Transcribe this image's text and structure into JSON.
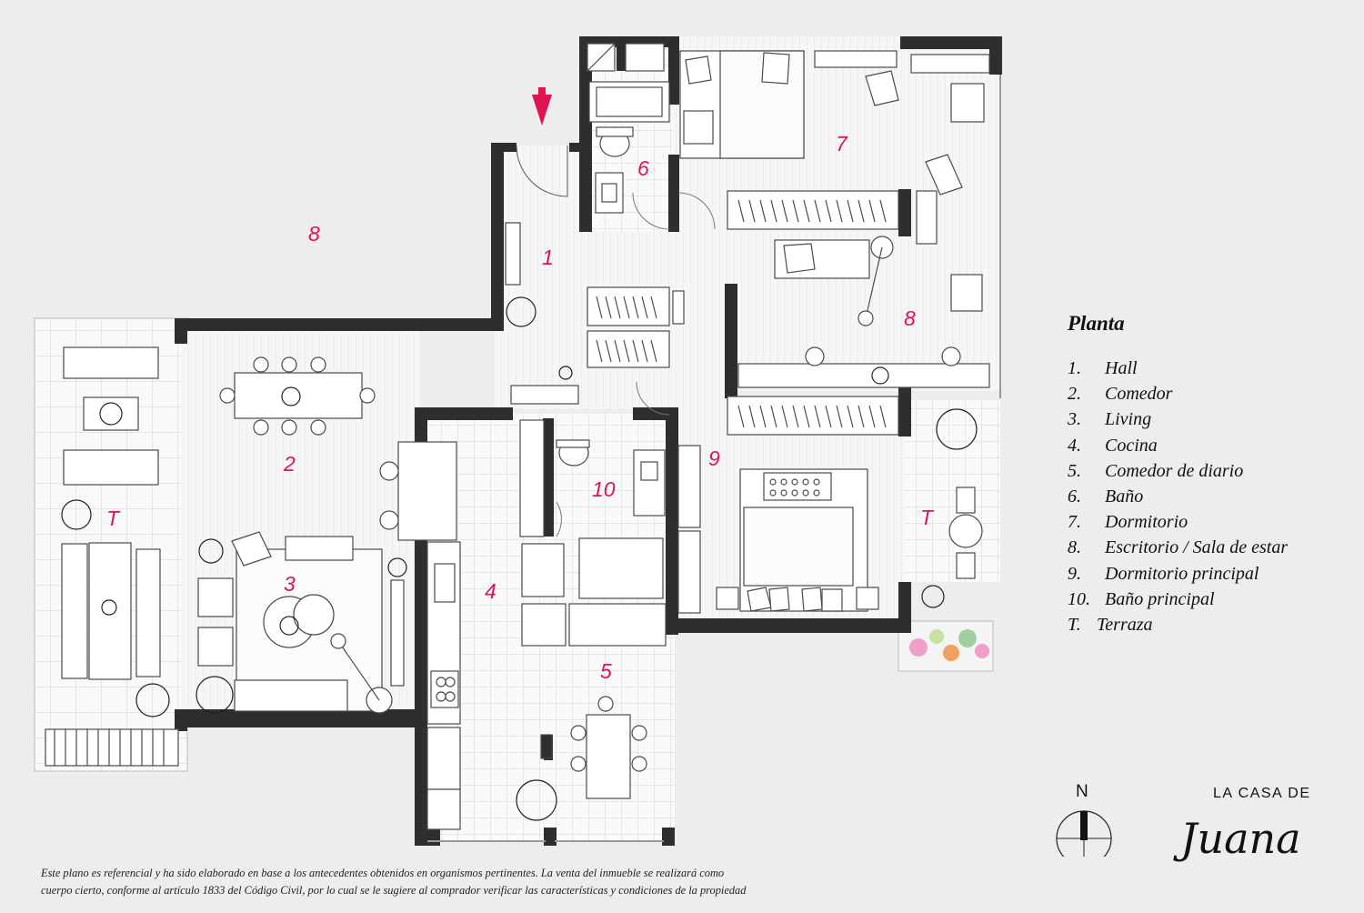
{
  "plan": {
    "room_labels": [
      {
        "id": "hall",
        "text": "1"
      },
      {
        "id": "comedor",
        "text": "2"
      },
      {
        "id": "living",
        "text": "3"
      },
      {
        "id": "cocina",
        "text": "4"
      },
      {
        "id": "comedor-diario",
        "text": "5"
      },
      {
        "id": "bano",
        "text": "6"
      },
      {
        "id": "dormitorio",
        "text": "7"
      },
      {
        "id": "escritorio",
        "text": "8"
      },
      {
        "id": "escritorio-outside",
        "text": "8"
      },
      {
        "id": "dormitorio-principal",
        "text": "9"
      },
      {
        "id": "bano-principal",
        "text": "10"
      },
      {
        "id": "terraza-west",
        "text": "T"
      },
      {
        "id": "terraza-east",
        "text": "T"
      }
    ],
    "colors": {
      "wall": "#2e2e2e",
      "floor": "#f7f7f7",
      "label": "#e0144f",
      "entry_arrow": "#e0144f",
      "background": "#ededed"
    }
  },
  "legend": {
    "title": "Planta",
    "items": [
      {
        "num": "1.",
        "label": "Hall"
      },
      {
        "num": "2.",
        "label": "Comedor"
      },
      {
        "num": "3.",
        "label": "Living"
      },
      {
        "num": "4.",
        "label": "Cocina"
      },
      {
        "num": "5.",
        "label": "Comedor de diario"
      },
      {
        "num": "6.",
        "label": "Baño"
      },
      {
        "num": "7.",
        "label": "Dormitorio"
      },
      {
        "num": "8.",
        "label": "Escritorio / Sala de estar"
      },
      {
        "num": "9.",
        "label": "Dormitorio principal"
      },
      {
        "num": "10.",
        "label": "Baño principal"
      },
      {
        "num": "T.",
        "label": "Terraza"
      }
    ]
  },
  "compass": {
    "north_label": "N"
  },
  "brand": {
    "top": "LA CASA DE",
    "script": "Juana"
  },
  "disclaimer": {
    "line1": "Este plano es referencial y ha sido elaborado en base a los antecedentes obtenidos en organismos pertinentes.  La venta del inmueble se realizará como",
    "line2": "cuerpo cierto,  conforme al artículo 1833 del Código Civil, por lo cual se le sugiere al comprador verificar las características y condiciones de la propiedad"
  },
  "icons": [
    "entry-arrow-icon",
    "compass-icon",
    "plant-icon",
    "bed-icon",
    "sofa-icon",
    "table-icon",
    "toilet-icon",
    "sink-icon",
    "stove-icon",
    "lamp-icon"
  ]
}
